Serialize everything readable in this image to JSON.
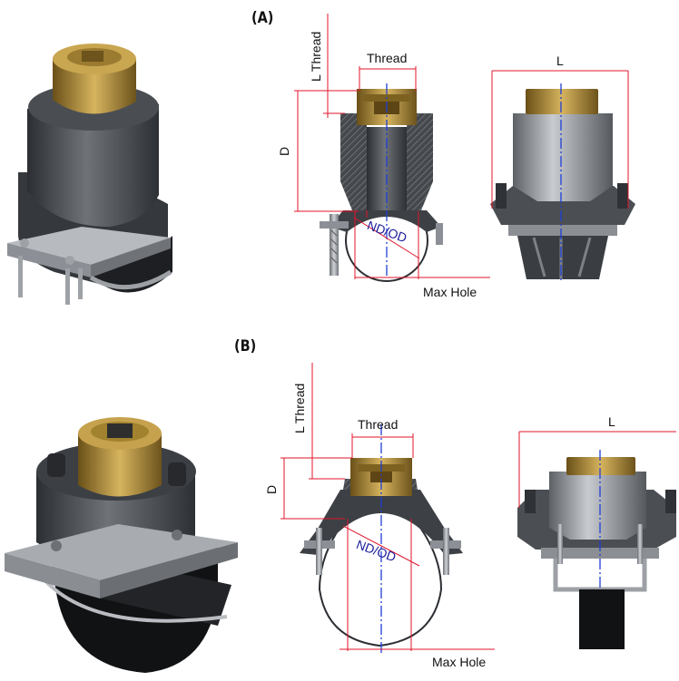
{
  "sections": [
    {
      "label": "(A)",
      "dimensions": {
        "l_thread": "L Thread",
        "thread": "Thread",
        "length": "L",
        "depth": "D",
        "nd_od": "ND/OD",
        "max_hole": "Max Hole"
      }
    },
    {
      "label": "(B)",
      "dimensions": {
        "l_thread": "L Thread",
        "thread": "Thread",
        "length": "L",
        "depth": "D",
        "nd_od": "ND/OD",
        "max_hole": "Max Hole"
      }
    }
  ],
  "colors": {
    "dimension_line": "#e0152b",
    "center_line": "#1f3fd6",
    "body_dark": "#3a3d41",
    "body_mid": "#6c7075",
    "body_light": "#a7abb0",
    "brass": "#b89646",
    "brass_dark": "#7c6120"
  }
}
